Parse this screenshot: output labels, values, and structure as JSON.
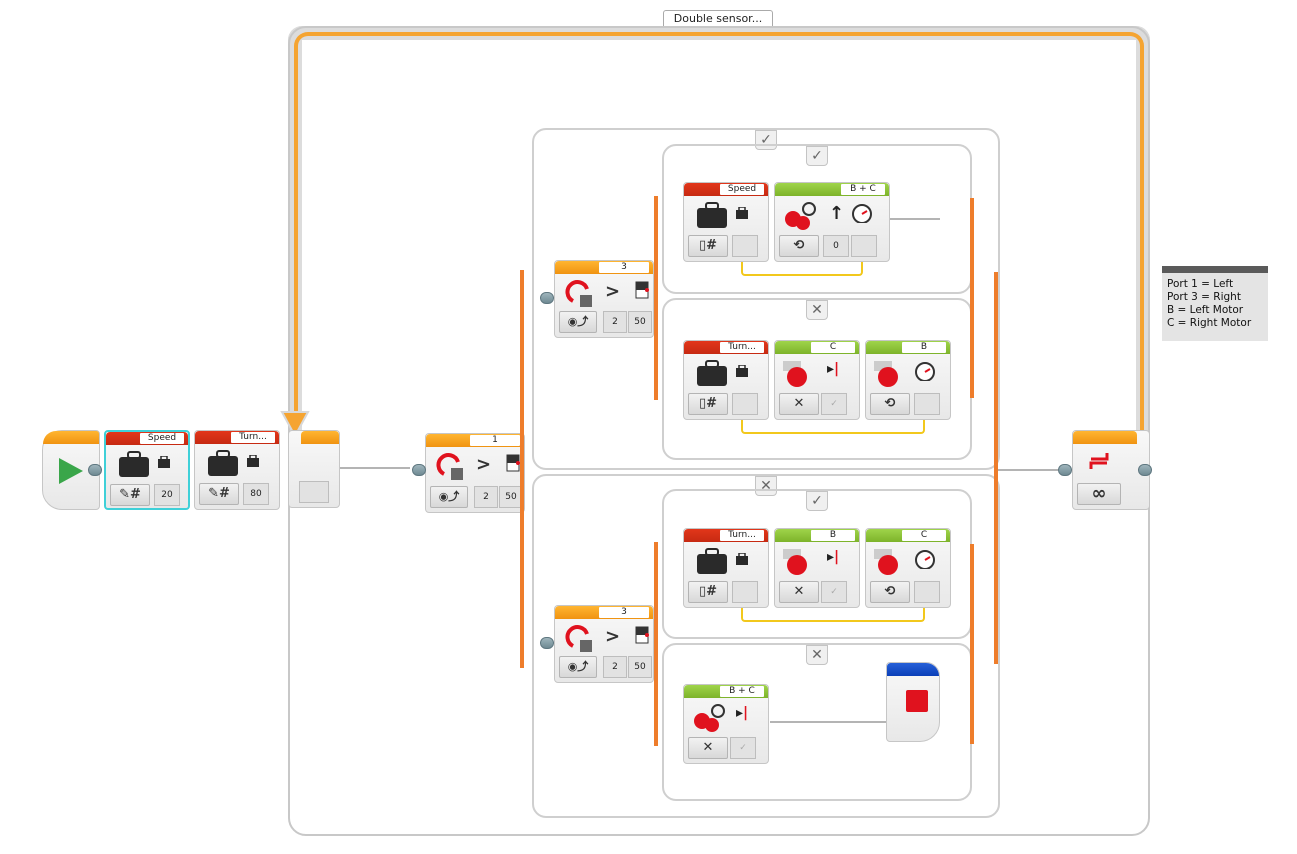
{
  "loop": {
    "label": "Double sensor...",
    "mode_icon": "infinity-icon",
    "mode_symbol": "∞",
    "end_icon": "loop-arrows-icon"
  },
  "start_block": {
    "icon": "play-icon"
  },
  "variables": [
    {
      "name": "Speed",
      "mode": "write-numeric",
      "value": "20"
    },
    {
      "name": "Turn...",
      "mode": "write-numeric",
      "value": "80"
    }
  ],
  "outer_switch": {
    "header_value": "1",
    "sensor": "color-sensor-reflected",
    "compare_symbol": ">",
    "compare_type": "2",
    "threshold": "50",
    "cases": [
      "✓",
      "✕"
    ]
  },
  "inner_switches": [
    {
      "header_value": "3",
      "compare_symbol": ">",
      "compare_type": "2",
      "threshold": "50",
      "true_case": {
        "tab": "✓",
        "blocks": [
          {
            "type": "variable-read",
            "name": "Speed"
          },
          {
            "type": "move-steering",
            "ports": "B + C",
            "mode": "on",
            "steering": "0"
          }
        ]
      },
      "false_case": {
        "tab": "✕",
        "blocks": [
          {
            "type": "variable-read",
            "name": "Turn..."
          },
          {
            "type": "large-motor",
            "port": "C",
            "mode": "off",
            "brake": "✓"
          },
          {
            "type": "large-motor",
            "port": "B",
            "mode": "on",
            "power": ""
          }
        ]
      }
    },
    {
      "header_value": "3",
      "compare_symbol": ">",
      "compare_type": "2",
      "threshold": "50",
      "true_case": {
        "tab": "✓",
        "blocks": [
          {
            "type": "variable-read",
            "name": "Turn..."
          },
          {
            "type": "large-motor",
            "port": "B",
            "mode": "off",
            "brake": "✓"
          },
          {
            "type": "large-motor",
            "port": "C",
            "mode": "on",
            "power": ""
          }
        ]
      },
      "false_case": {
        "tab": "✕",
        "blocks": [
          {
            "type": "move-steering",
            "ports": "B + C",
            "mode": "off",
            "brake": "✓"
          },
          {
            "type": "stop-program"
          }
        ]
      }
    }
  ],
  "comment": {
    "lines": [
      "Port 1 = Left",
      "Port 3 = Right",
      "B = Left Motor",
      "C = Right Motor"
    ]
  },
  "colors": {
    "loop_orange": "#f5a431",
    "switch_orange": "#ee7d2b",
    "data_red": "#d2301a",
    "motor_green": "#8cc63f",
    "flow_blue": "#1a4fc8",
    "wire_yellow": "#f2c81c",
    "start_green": "#3aa64a"
  }
}
